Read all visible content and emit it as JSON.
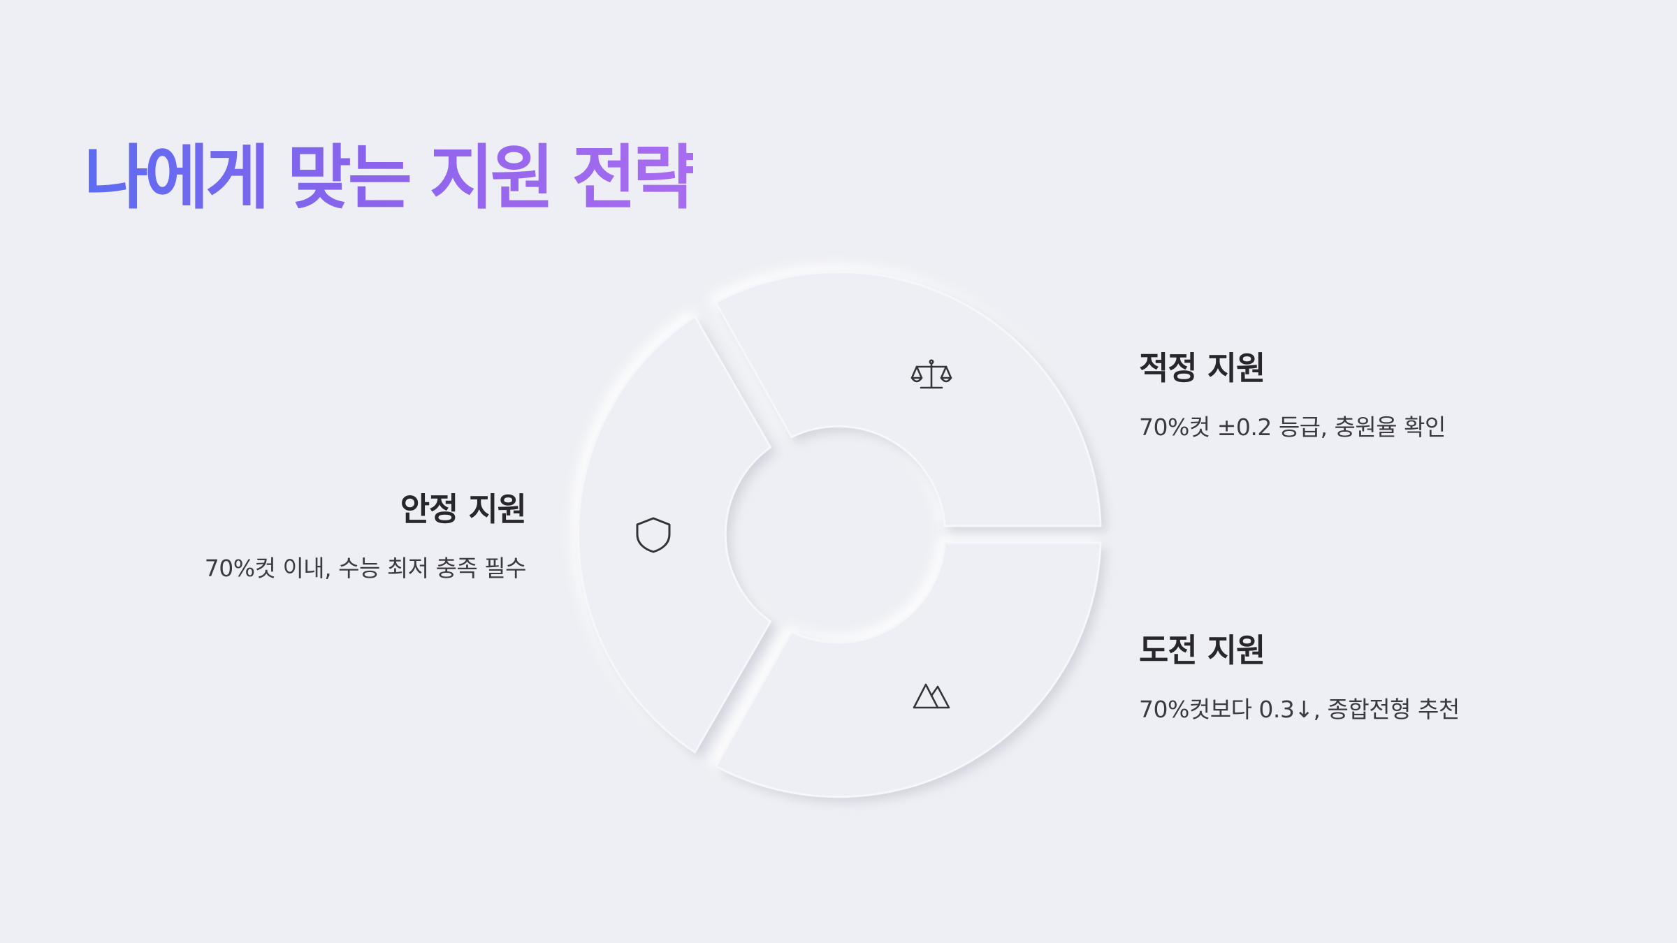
{
  "title": "나에게 맞는 지원 전략",
  "colors": {
    "background": "#eeeff4",
    "title_gradient_start": "#5b6df2",
    "title_gradient_end": "#a86cf0",
    "icon_stroke": "#333338"
  },
  "segments": [
    {
      "id": "stable",
      "icon": "shield-icon",
      "heading": "안정 지원",
      "description": "70%컷 이내, 수능 최저 충족 필수"
    },
    {
      "id": "moderate",
      "icon": "scale-icon",
      "heading": "적정 지원",
      "description": "70%컷 ±0.2 등급, 충원율 확인"
    },
    {
      "id": "challenge",
      "icon": "mountain-icon",
      "heading": "도전 지원",
      "description": "70%컷보다 0.3↓, 종합전형 추천"
    }
  ]
}
